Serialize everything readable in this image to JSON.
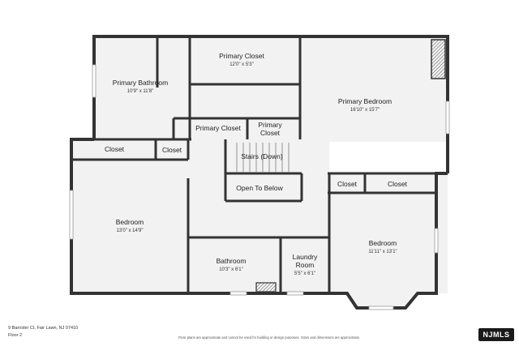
{
  "rooms": {
    "primary_bathroom": {
      "name": "Primary Bathroom",
      "dim": "10'9\" x 11'8\""
    },
    "primary_closet_top": {
      "name": "Primary Closet",
      "dim": "12'0\" x 5'3\""
    },
    "primary_bedroom": {
      "name": "Primary Bedroom",
      "dim": "16'10\" x 15'7\""
    },
    "primary_closet_mid": {
      "name": "Primary Closet"
    },
    "primary_closet_small_l1": "Primary",
    "primary_closet_small_l2": "Closet",
    "closet_left": "Closet",
    "closet_left_small": "Closet",
    "stairs": "Stairs (Down)",
    "open_to_below": "Open To Below",
    "closet_right_small": "Closet",
    "closet_right": "Closet",
    "bedroom_left": {
      "name": "Bedroom",
      "dim": "13'0\" x 14'9\""
    },
    "bathroom": {
      "name": "Bathroom",
      "dim": "10'3\" x 6'1\""
    },
    "laundry_l1": "Laundry",
    "laundry_l2": "Room",
    "laundry_dim": "5'5\" x 6'1\"",
    "bedroom_right": {
      "name": "Bedroom",
      "dim": "11'11\" x 13'1\""
    }
  },
  "footer": {
    "address": "9 Barrister Ct, Fair Lawn, NJ 07410",
    "floor": "Floor 2",
    "disclaimer": "Floor plans are approximate and cannot be used for building or design purposes. Sizes and dimensions are approximate.",
    "logo_text": "NJMLS"
  },
  "colors": {
    "wall": "#333333",
    "floor": "#f2f2f2",
    "window": "#cfcfcf"
  }
}
